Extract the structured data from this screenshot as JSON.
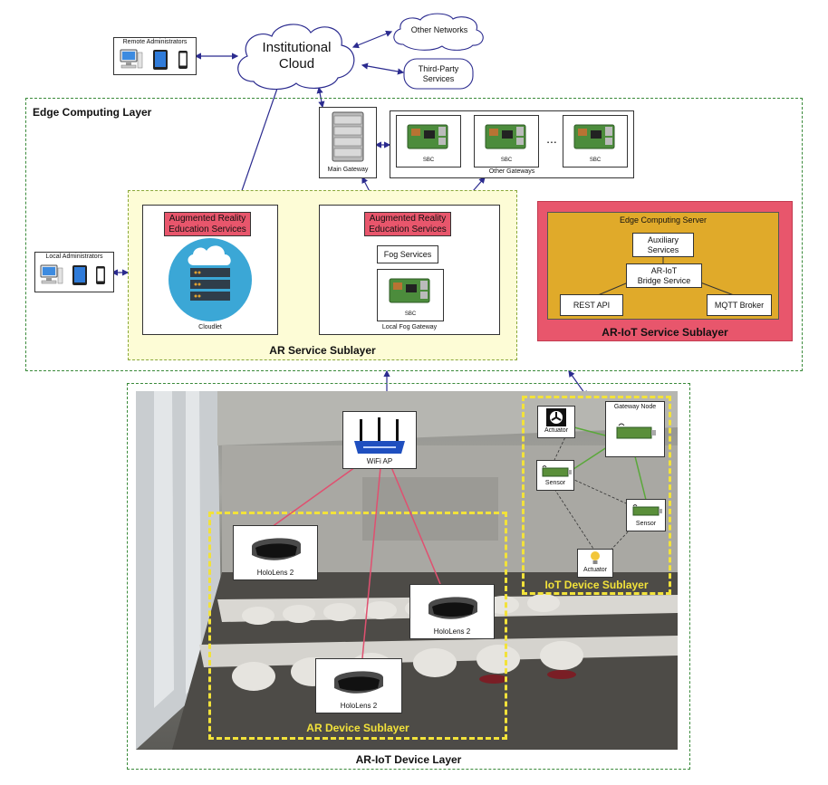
{
  "cloud": {
    "main_label": "Institutional\nCloud",
    "other_networks": "Other Networks",
    "third_party": "Third-Party\nServices"
  },
  "remote_admins": "Remote Administrators",
  "local_admins": "Local Administrators",
  "edge_layer": {
    "title": "Edge Computing Layer",
    "main_gateway": "Main Gateway",
    "other_gateways": "Other Gateways",
    "sbc": "SBC",
    "ellipsis": "..."
  },
  "ar_service": {
    "title": "AR Service Sublayer",
    "service_label": "Augmented Reality\nEducation Services",
    "cloudlet": "Cloudlet",
    "fog_services": "Fog Services",
    "local_fog_gateway": "Local Fog Gateway"
  },
  "ar_iot_service": {
    "title": "AR-IoT Service Sublayer",
    "server_title": "Edge Computing Server",
    "auxiliary": "Auxiliary\nServices",
    "bridge": "AR-IoT\nBridge Service",
    "rest": "REST API",
    "mqtt": "MQTT Broker"
  },
  "device_layer": {
    "title": "AR-IoT Device Layer",
    "wifi": "WiFi AP",
    "hololens": "HoloLens 2",
    "ar_device_sublayer": "AR Device Sublayer",
    "iot_device_sublayer": "IoT Device Sublayer",
    "gateway_node": "Gateway Node",
    "actuator": "Actuator",
    "sensor": "Sensor"
  },
  "colors": {
    "arrow": "#2b2b8f",
    "red": "#e8566c",
    "gold": "#e0aa2a",
    "yellow_dash": "#f2e23a",
    "green_dash": "#3a8a3a",
    "link_red": "#e05070",
    "link_green": "#5aa83a"
  }
}
